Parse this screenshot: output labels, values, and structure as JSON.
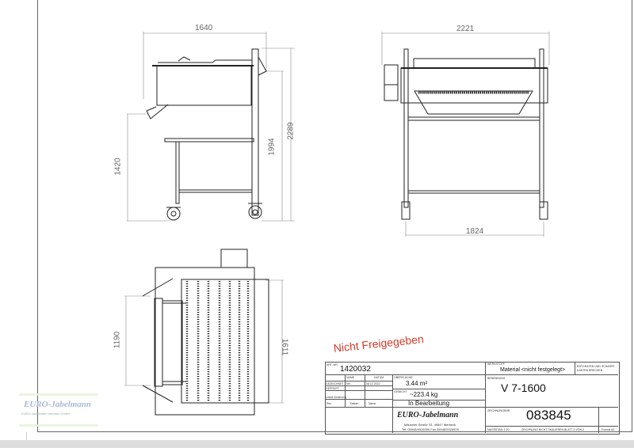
{
  "dimensions": {
    "side_width": "1640",
    "side_height_total": "2289",
    "side_height_inner": "1994",
    "side_height_table": "1420",
    "front_width": "2221",
    "front_wheelbase": "1824",
    "top_length": "1190",
    "top_width": "1611"
  },
  "title_block": {
    "art_nr_label": "ART.-NR",
    "art_nr": "1420032",
    "name_label": "NAME",
    "datum_label": "DATUM",
    "gezeichnet_label": "GEZEICHNET",
    "gezeichnet_name": "NH",
    "gezeichnet_datum": "08.12.2022",
    "geprueft_label": "GEPRÜFT",
    "letzte_aenderung_label": "Letzte Änderung",
    "rev_label": "Rev",
    "datum2_label": "Datum",
    "name2_label": "Name",
    "oberflaeche_label": "OBERFLÄCHE",
    "oberflaeche": "3.44 m²",
    "gewicht_label": "GEWICHT",
    "gewicht": "~223.4 kg",
    "status": "In Bearbeitung",
    "werkstoff_label": "WERKSTOFF",
    "werkstoff": "Material <nicht festgelegt>",
    "note": "ENTGRATEN UND SCHARFE KANTEN BRECHEN",
    "benennung_label": "BENENNUNG",
    "benennung": "V 7-1600",
    "zeichnungsnr_label": "ZEICHNUNGSNR.",
    "zeichnungsnr": "083845",
    "massstab": "MASSSTAB: 1:20",
    "skalieren": "ZEICHNUNG NICHT SKALIEREN",
    "blatt": "BLATT 2 VON 2",
    "format": "Format A3",
    "company_logo": "EURO-Jabelmann",
    "company_address": "Mäusmer Straße 33, 49847 Itterbeck",
    "company_phone": "Tel. 05948/9326990 Fax 05948/9326929"
  },
  "watermark": "Nicht Freigegeben",
  "corner_logo": {
    "name": "EURO-Jabelmann",
    "subtitle": "EURO-Jabelmann Veertien GmbH"
  },
  "colors": {
    "watermark": "#d23a2a",
    "line": "#222222",
    "logo_ghost": "#9fb0d0"
  }
}
